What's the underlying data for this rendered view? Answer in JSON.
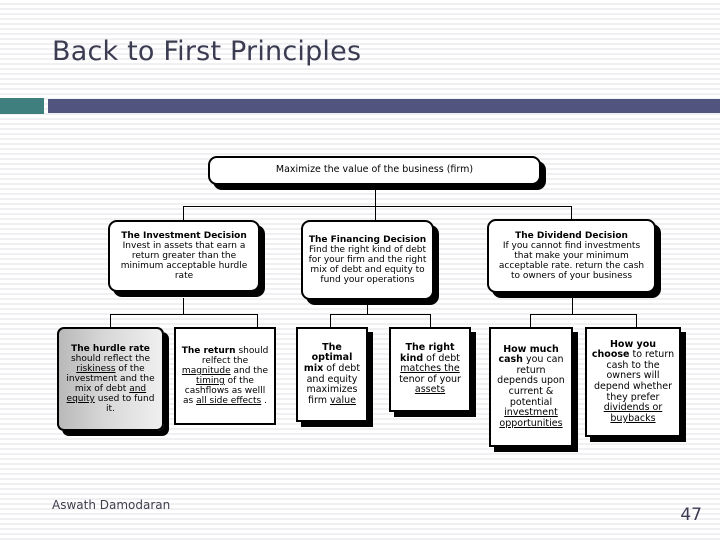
{
  "slide": {
    "title": "Back to First Principles",
    "footer_name": "Aswath Damodaran",
    "page_number": "47",
    "accent_square_color": "#3f7f7d",
    "accent_bar_color": "#50547f",
    "title_color": "#3b3b52"
  },
  "diagram": {
    "root": {
      "text": "Maximize the value of the business (firm)"
    },
    "level2": [
      {
        "title": "The Investment Decision",
        "body": "Invest in assets that earn a return greater than the minimum acceptable hurdle rate"
      },
      {
        "title": "The Financing Decision",
        "body": "Find the right kind of debt for your firm and the right mix of debt and equity to fund your operations"
      },
      {
        "title": "The Dividend Decision",
        "body": "If you cannot find investments that make your minimum acceptable rate. return the cash to owners of your business"
      }
    ],
    "level3": [
      {
        "name": "hurdle-rate",
        "lead": "The hurdle rate",
        "line1": "should reflect the",
        "underline1": "riskiness",
        "line2": "of the investment and the mix of debt",
        "underline2": "and equity",
        "line3": "used to fund it."
      },
      {
        "name": "return",
        "lead": "The return",
        "line1": "should relfect the",
        "underline1": "magnitude",
        "line2": "and the",
        "underline2": "timing",
        "line3": "of the cashflows as welll as",
        "underline3": "all side effects",
        "line4": "."
      },
      {
        "name": "optimal-mix",
        "lead": "The optimal mix",
        "line1": "of debt and equity maximizes firm",
        "underline1": "value"
      },
      {
        "name": "right-kind",
        "lead": "The right kind",
        "line1": "of debt",
        "underline1": "matches the",
        "line2": "tenor of your",
        "underline2": "assets"
      },
      {
        "name": "how-much-cash",
        "lead": "How much cash",
        "line1": "you can return depends upon current  &  potential",
        "underline1": "investment opportunities"
      },
      {
        "name": "how-you-choose",
        "lead": "How you choose",
        "line1": "to return cash to the owners will depend whether they prefer",
        "underline1": "dividends or buybacks"
      }
    ]
  }
}
